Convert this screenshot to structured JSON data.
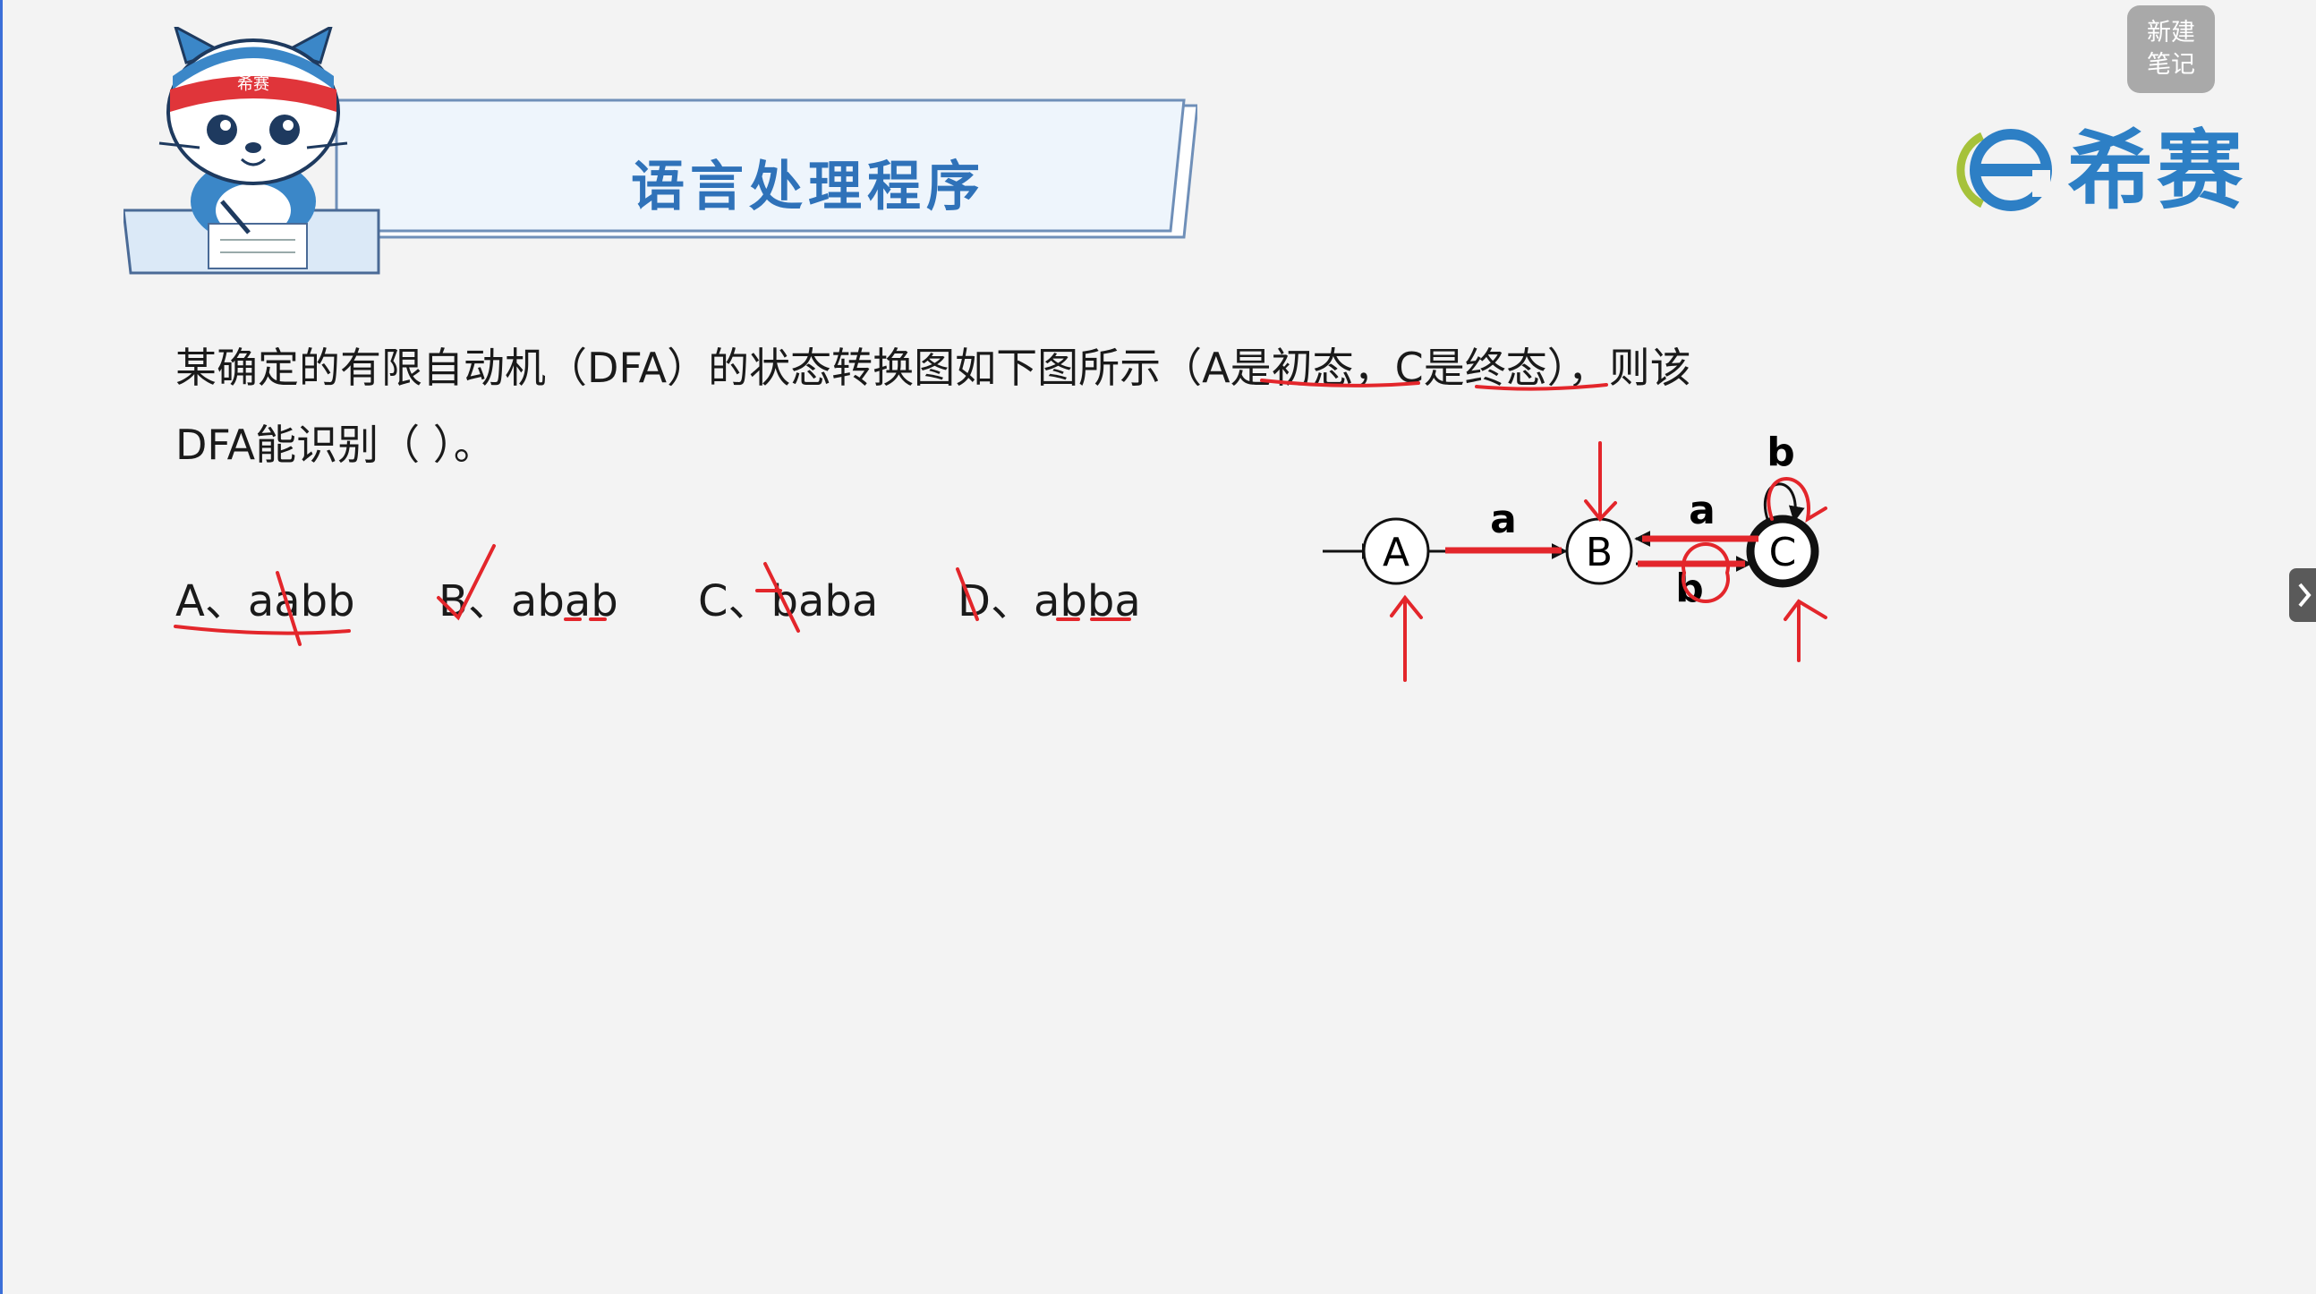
{
  "note_button": {
    "line1": "新建",
    "line2": "笔记"
  },
  "brand": {
    "name": "希赛",
    "banner_badge": "希赛"
  },
  "banner": {
    "title": "语言处理程序"
  },
  "question": {
    "line1": "某确定的有限自动机（DFA）的状态转换图如下图所示（A是初态，C是终态），则该",
    "line2": "DFA能识别（ ）。"
  },
  "options": [
    {
      "label": "A、aabb"
    },
    {
      "label": "B、abab"
    },
    {
      "label": "C、baba"
    },
    {
      "label": "D、abba"
    }
  ],
  "diagram": {
    "states": [
      "A",
      "B",
      "C"
    ],
    "edge_labels": {
      "a_to_b": "a",
      "c_to_b": "a",
      "b_to_c": "b",
      "c_loop": "b"
    }
  },
  "colors": {
    "accent": "#2f72b9",
    "annotation": "#e3262b",
    "brand": "#2d7fc5",
    "brand_green": "#a6c23a"
  }
}
